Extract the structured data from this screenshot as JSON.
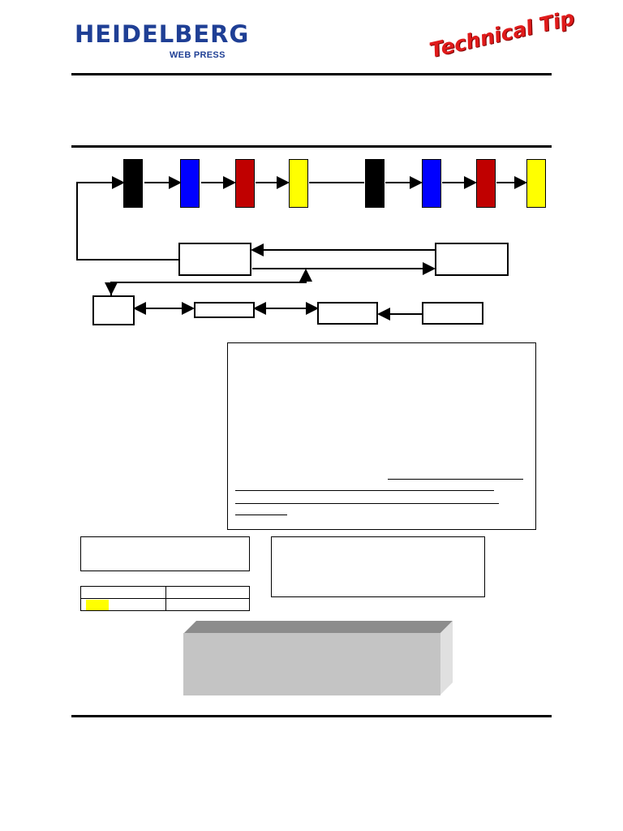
{
  "header": {
    "logo_text": "HEIDELBERG",
    "logo_subtitle": "WEB PRESS",
    "badge_text": "Technical Tip",
    "brand_color": "#1f3f95",
    "badge_color": "#e01b1b"
  },
  "diagram": {
    "ink_units": [
      {
        "color": "#000000",
        "name": "black"
      },
      {
        "color": "#0000ff",
        "name": "blue"
      },
      {
        "color": "#c00000",
        "name": "red"
      },
      {
        "color": "#ffff00",
        "name": "yellow"
      },
      {
        "color": "#000000",
        "name": "black"
      },
      {
        "color": "#0000ff",
        "name": "blue"
      },
      {
        "color": "#c00000",
        "name": "red"
      },
      {
        "color": "#ffff00",
        "name": "yellow"
      }
    ]
  },
  "table": {
    "highlight_color": "#ffff00"
  },
  "callout": {
    "face_color": "#c4c4c4",
    "top_color": "#8c8c8c",
    "side_color": "#e0e0e0"
  }
}
